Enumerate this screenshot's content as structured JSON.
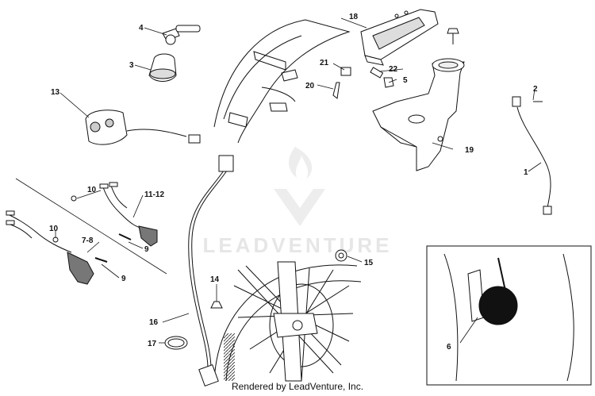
{
  "watermark": {
    "brand": "LEADVENTURE"
  },
  "footer": {
    "text": "Rendered by LeadVenture, Inc."
  },
  "callouts": [
    {
      "id": "c1",
      "text": "1"
    },
    {
      "id": "c2",
      "text": "2"
    },
    {
      "id": "c3",
      "text": "3"
    },
    {
      "id": "c4",
      "text": "4"
    },
    {
      "id": "c5",
      "text": "5"
    },
    {
      "id": "c6",
      "text": "6"
    },
    {
      "id": "c78",
      "text": "7-8"
    },
    {
      "id": "c9a",
      "text": "9"
    },
    {
      "id": "c9b",
      "text": "9"
    },
    {
      "id": "c10a",
      "text": "10"
    },
    {
      "id": "c10b",
      "text": "10"
    },
    {
      "id": "c1112",
      "text": "11-12"
    },
    {
      "id": "c13",
      "text": "13"
    },
    {
      "id": "c14",
      "text": "14"
    },
    {
      "id": "c15",
      "text": "15"
    },
    {
      "id": "c16",
      "text": "16"
    },
    {
      "id": "c17",
      "text": "17"
    },
    {
      "id": "c18",
      "text": "18"
    },
    {
      "id": "c19",
      "text": "19"
    },
    {
      "id": "c20",
      "text": "20"
    },
    {
      "id": "c21",
      "text": "21"
    },
    {
      "id": "c22",
      "text": "22"
    }
  ]
}
